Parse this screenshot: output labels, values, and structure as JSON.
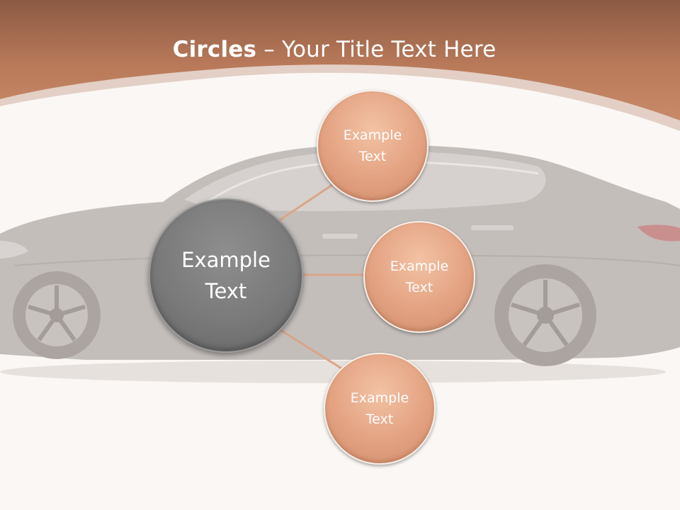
{
  "title": {
    "bold": "Circles",
    "rest": " – Your Title Text Here"
  },
  "diagram": {
    "center": {
      "line1": "Example",
      "line2": "Text"
    },
    "nodes": [
      {
        "line1": "Example",
        "line2": "Text"
      },
      {
        "line1": "Example",
        "line2": "Text"
      },
      {
        "line1": "Example",
        "line2": "Text"
      }
    ]
  },
  "colors": {
    "header": "#b97a5a",
    "node_fill": "#e3a282",
    "center_fill": "#7a7a7a",
    "connector": "#d9a587",
    "background": "#faf7f4"
  }
}
